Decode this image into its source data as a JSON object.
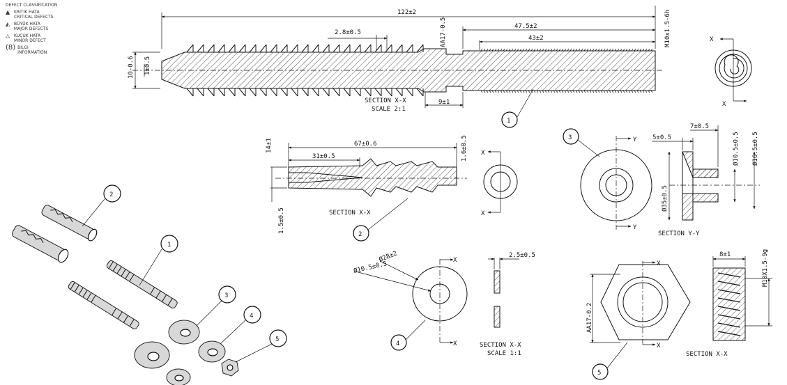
{
  "legend": {
    "heading": "DEFECT CLASSIFICATION",
    "critical_tr": "KRITIK HATA",
    "critical_en": "CRITICAL DEFECTS",
    "major_tr": "BÜYÜK HATA",
    "major_en": "MAJOR DEFECTS",
    "minor_tr": "KUÇUK HATA",
    "minor_en": "MINOR DEFECT",
    "info_badge": "(8)",
    "info_tr": "BILGI",
    "info_en": "INFORMATION"
  },
  "bolt": {
    "overall_length": "122±2",
    "thread_pitch": "2.8±0.5",
    "across_flats": "AA17-0.5",
    "thread_length": "47.5±2",
    "thread_length2": "43±2",
    "thread_spec": "M10x1.5-6h",
    "diameter": "10-0.6",
    "tip": "1±0.5",
    "neck": "9±1",
    "section": "SECTION  X-X",
    "scale": "SCALE  2:1",
    "callout": "1"
  },
  "dowel": {
    "length": "67±0.6",
    "inner": "31±0.5",
    "flange": "14±1",
    "wall": "1.6±0.5",
    "offset": "1.5±0.5",
    "section": "SECTION  X-X",
    "callout": "2"
  },
  "washer_large": {
    "od": "Ø16.5±0.5",
    "id": "Ø10.5±0.5",
    "face": "Ø35±0.5",
    "thickness": "5±0.5",
    "step": "7±0.5",
    "section": "SECTION  Y-Y",
    "callout": "3"
  },
  "washer_flat": {
    "od": "Ø28±2",
    "id": "Ø10.5±0.5",
    "thickness": "2.5±0.5",
    "section": "SECTION  X-X",
    "scale": "SCALE  1:1",
    "callout": "4"
  },
  "nut": {
    "across_flats": "AA17-0.2",
    "height": "8±1",
    "thread_spec": "M10X1.5-9g",
    "section": "SECTION  X-X",
    "callout": "5"
  },
  "exploded_callouts": [
    "1",
    "2",
    "3",
    "4",
    "5"
  ],
  "marks": {
    "x": "X",
    "y": "Y"
  }
}
